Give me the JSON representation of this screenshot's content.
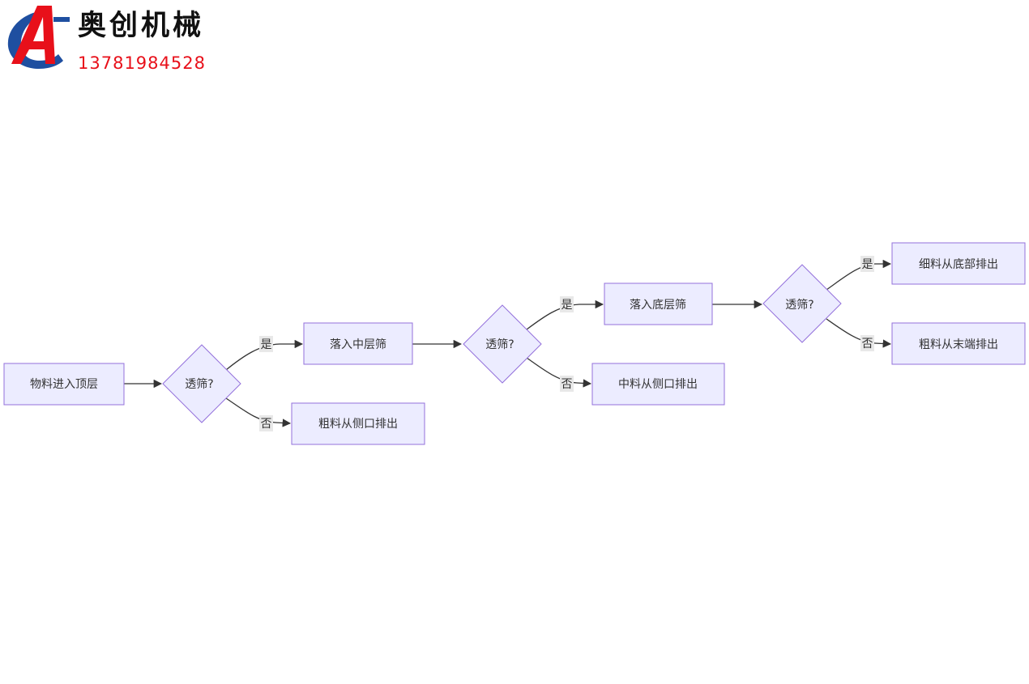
{
  "brand": {
    "name": "奥创机械",
    "phone": "13781984528",
    "logo_icon": "aochuang-logo-icon"
  },
  "colors": {
    "node_fill": "#ECECFF",
    "node_stroke": "#9370DB",
    "edge": "#333333",
    "edge_label_bg": "#E8E8E8",
    "brand_red": "#E8101A",
    "brand_blue": "#1F4FA0"
  },
  "flowchart": {
    "nodes": {
      "start": "物料进入顶层",
      "d1": "透筛?",
      "mid": "落入中层筛",
      "coarse1": "粗料从侧口排出",
      "d2": "透筛?",
      "bottom": "落入底层筛",
      "medium_out": "中料从侧口排出",
      "d3": "透筛?",
      "fine_out": "细料从底部排出",
      "coarse2": "粗料从末端排出"
    },
    "edge_labels": {
      "d1_yes": "是",
      "d1_no": "否",
      "d2_yes": "是",
      "d2_no": "否",
      "d3_yes": "是",
      "d3_no": "否"
    }
  }
}
